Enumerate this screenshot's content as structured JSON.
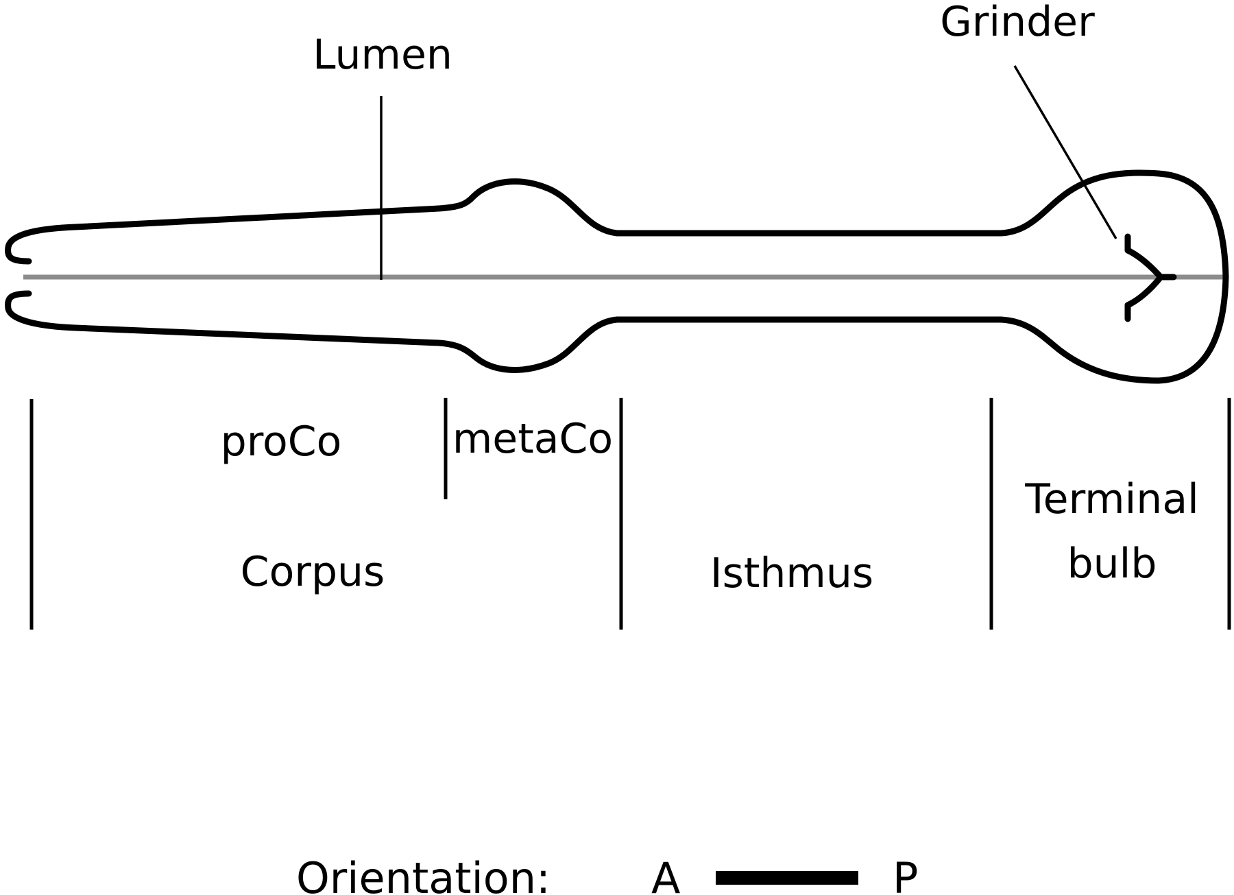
{
  "labels": {
    "lumen": "Lumen",
    "grinder": "Grinder",
    "proco": "proCo",
    "metaco": "metaCo",
    "corpus": "Corpus",
    "isthmus": "Isthmus",
    "terminal_bulb_line1": "Terminal",
    "terminal_bulb_line2": "bulb"
  },
  "orientation": {
    "label": "Orientation:",
    "anterior": "A",
    "posterior": "P"
  },
  "colors": {
    "outline": "#000000",
    "lumen": "#8c8c8c",
    "background": "#ffffff"
  }
}
